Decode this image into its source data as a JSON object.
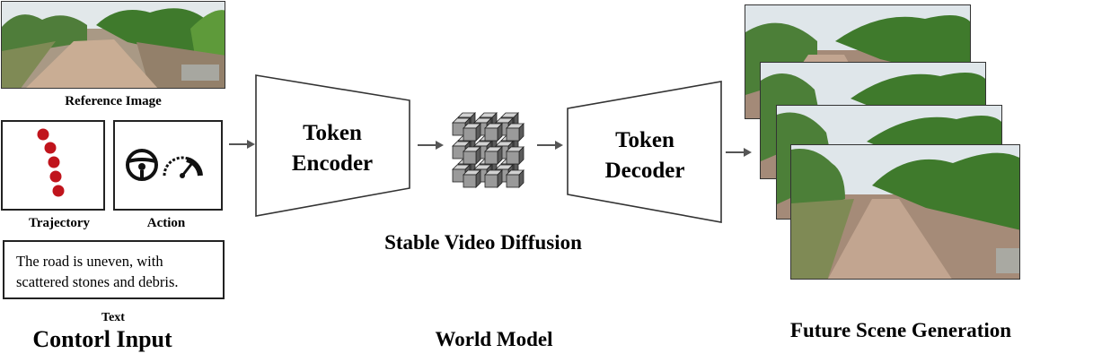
{
  "control_input": {
    "reference_image_label": "Reference Image",
    "trajectory_label": "Trajectory",
    "action_label": "Action",
    "text_content": "The road is uneven, with scattered stones and debris.",
    "text_line1": "The road is uneven, with",
    "text_line2": "scattered stones and debris.",
    "text_label": "Text",
    "section_title": "Contorl Input"
  },
  "world_model": {
    "encoder_line1": "Token",
    "encoder_line2": "Encoder",
    "decoder_line1": "Token",
    "decoder_line2": "Decoder",
    "backbone_label": "Stable Video Diffusion",
    "section_title": "World Model"
  },
  "future_scene": {
    "section_title": "Future Scene Generation"
  },
  "icons": [
    "steering-wheel-icon",
    "speedometer-icon",
    "token-cube-icon",
    "arrow-icon"
  ],
  "colors": {
    "trajectory_dot": "#c0141c",
    "sky": "#dfe6ea",
    "foliage": "#3d7a2c",
    "road": "#b49a82"
  }
}
